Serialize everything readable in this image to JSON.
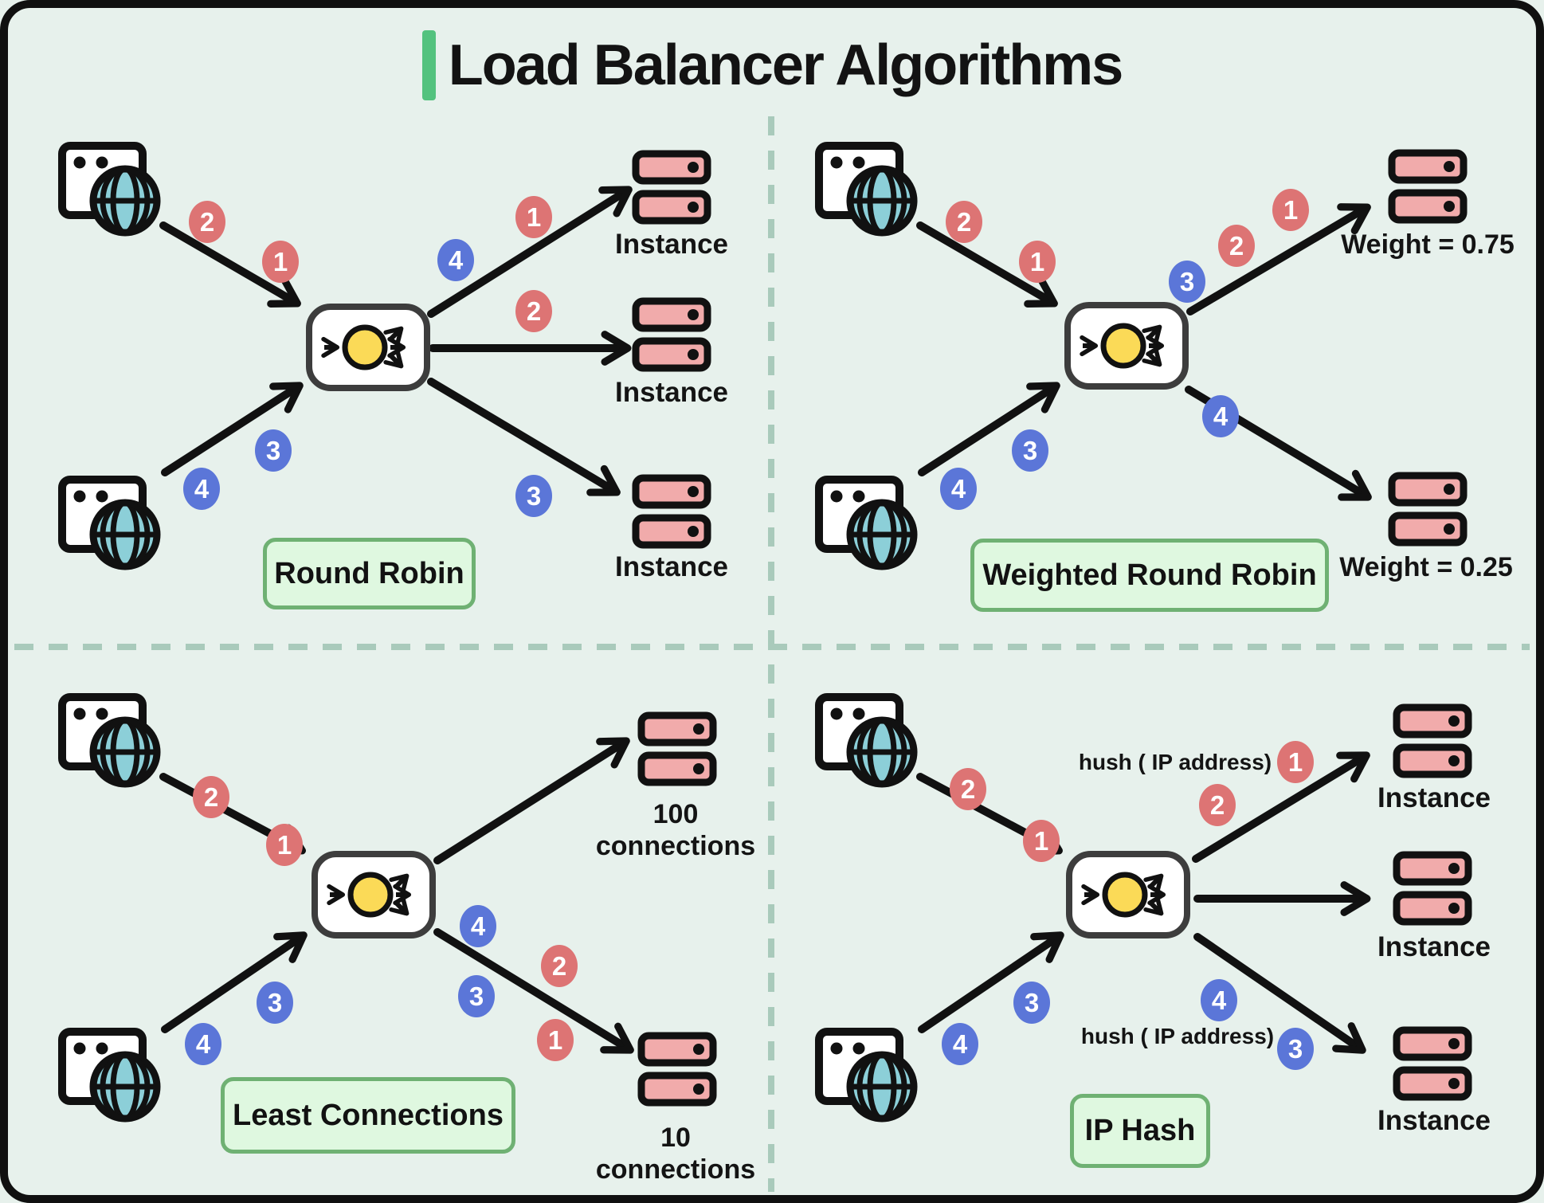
{
  "title": {
    "text": "Load Balancer Algorithms"
  },
  "colors": {
    "background": "#e7f1ec",
    "frame_border": "#101010",
    "title_accent": "#53c27e",
    "red_badge": "#dd7474",
    "blue_badge": "#5b76d8",
    "server_fill": "#f1abab",
    "globe_fill": "#8ccfd8",
    "lb_circle": "#fbda57",
    "label_box_fill": "#dff8e0",
    "label_box_border": "#6fb173",
    "divider": "#a9cabb"
  },
  "icons": {
    "client": "browser-globe-icon",
    "load_balancer": "load-balancer-icon",
    "server": "server-stack-icon",
    "arrow": "flow-arrow"
  },
  "quadrants": {
    "round_robin": {
      "name": "Round Robin",
      "in_badges": {
        "r2": "2",
        "r1": "1",
        "b3": "3",
        "b4": "4"
      },
      "out_badges": {
        "b4": "4",
        "r1": "1",
        "r2": "2",
        "b3": "3"
      },
      "instances": {
        "top": "Instance",
        "middle": "Instance",
        "bottom": "Instance"
      }
    },
    "weighted_round_robin": {
      "name": "Weighted Round Robin",
      "in_badges": {
        "r2": "2",
        "r1": "1",
        "b3": "3",
        "b4": "4"
      },
      "out_badges": {
        "b3": "3",
        "r2": "2",
        "r1": "1",
        "b4": "4"
      },
      "instances": {
        "top": "Weight = 0.75",
        "bottom": "Weight = 0.25"
      }
    },
    "least_connections": {
      "name": "Least Connections",
      "in_badges": {
        "r2": "2",
        "r1": "1",
        "b3": "3",
        "b4": "4"
      },
      "out_badges": {
        "b4": "4",
        "r2": "2",
        "b3": "3",
        "r1": "1"
      },
      "instances": {
        "top_value": "100",
        "top_unit": "connections",
        "bottom_value": "10",
        "bottom_unit": "connections"
      }
    },
    "ip_hash": {
      "name": "IP Hash",
      "note_top": "hush ( IP address)",
      "note_bottom": "hush ( IP address)",
      "in_badges": {
        "r2": "2",
        "r1": "1",
        "b3": "3",
        "b4": "4"
      },
      "out_badges": {
        "r1": "1",
        "r2": "2",
        "b4": "4",
        "b3": "3"
      },
      "instances": {
        "top": "Instance",
        "middle": "Instance",
        "bottom": "Instance"
      }
    }
  }
}
